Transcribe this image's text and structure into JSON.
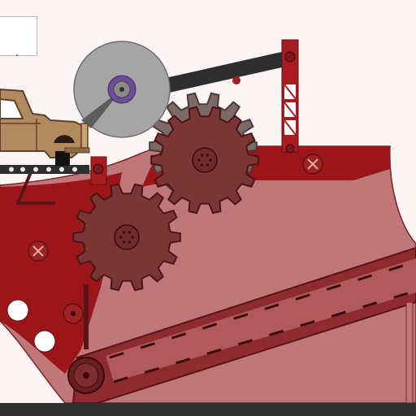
{
  "scene": {
    "name": "sandbox-machine-scene",
    "colors": {
      "background": "#fdf4f5",
      "machine_dark": "#9c1518",
      "machine_light": "#c07779",
      "gear": "#7a3535",
      "gear_gray": "#7d6a66",
      "saw_blade": "#a5a5a5",
      "arm": "#2e2e2e",
      "truck": "#b38a5f",
      "ground": "#303030",
      "hub": "#6d4d9a"
    },
    "objects": [
      {
        "name": "vintage-truck",
        "icon": "truck-icon"
      },
      {
        "name": "circular-saw-blade",
        "icon": "saw-blade-icon"
      },
      {
        "name": "rotating-gear",
        "icon": "gear-icon"
      },
      {
        "name": "conveyor-belt",
        "icon": "conveyor-icon"
      }
    ]
  }
}
